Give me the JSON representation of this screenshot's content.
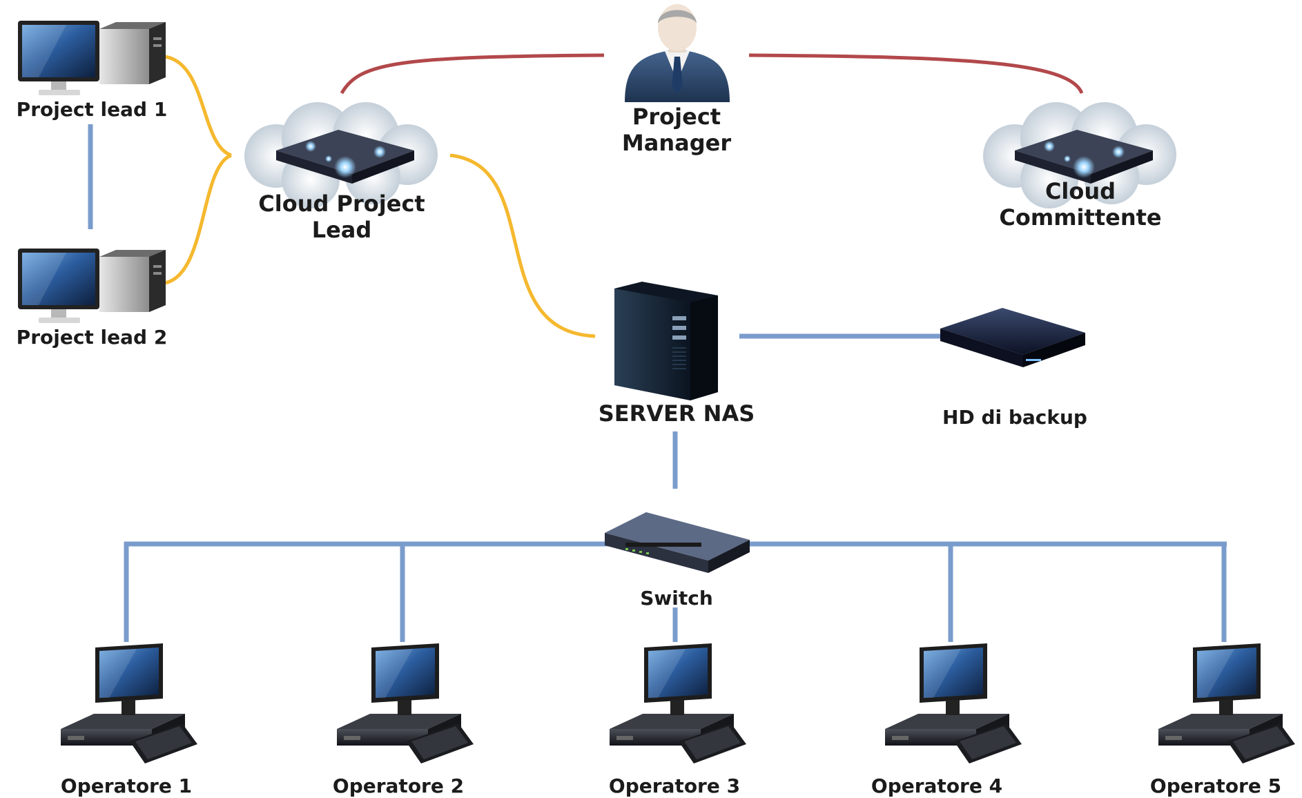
{
  "nodes": {
    "project_lead_1": {
      "label": "Project lead 1",
      "icon": "desktop-tower-icon"
    },
    "project_lead_2": {
      "label": "Project lead 2",
      "icon": "desktop-tower-icon"
    },
    "cloud_project_lead": {
      "label_line1": "Cloud Project",
      "label_line2": "Lead",
      "icon": "cloud-storage-icon"
    },
    "project_manager": {
      "label_line1": "Project",
      "label_line2": "Manager",
      "icon": "businessman-icon"
    },
    "cloud_committente": {
      "label_line1": "Cloud",
      "label_line2": "Committente",
      "icon": "cloud-storage-icon"
    },
    "server_nas": {
      "label": "SERVER NAS",
      "icon": "server-tower-icon"
    },
    "hd_backup": {
      "label": "HD di backup",
      "icon": "external-hard-drive-icon"
    },
    "switch": {
      "label": "Switch",
      "icon": "network-switch-icon"
    },
    "operators": [
      {
        "label": "Operatore 1",
        "icon": "workstation-icon"
      },
      {
        "label": "Operatore 2",
        "icon": "workstation-icon"
      },
      {
        "label": "Operatore 3",
        "icon": "workstation-icon"
      },
      {
        "label": "Operatore 4",
        "icon": "workstation-icon"
      },
      {
        "label": "Operatore 5",
        "icon": "workstation-icon"
      }
    ]
  },
  "colors": {
    "lan_link": "#7a9ccc",
    "cloud_sync_link": "#f5b82e",
    "manager_link": "#b2484b"
  }
}
